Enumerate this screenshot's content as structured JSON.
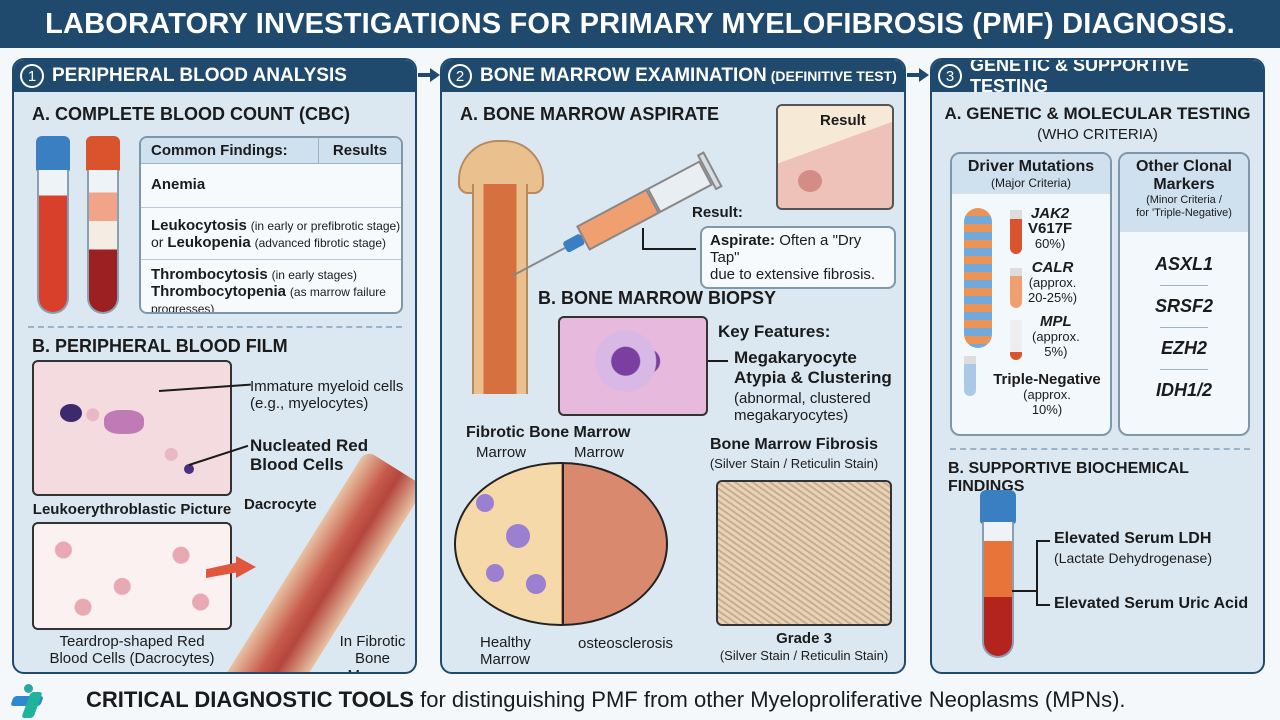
{
  "title": "LABORATORY INVESTIGATIONS FOR PRIMARY MYELOFIBROSIS (PMF) DIAGNOSIS.",
  "colors": {
    "navy": "#1f4a6e",
    "panel_bg": "#dbe8f2",
    "blood_red": "#c0392b",
    "cap_blue": "#3a7fc1",
    "cap_red": "#d9532c"
  },
  "panels": [
    {
      "number": "1",
      "title": "PERIPHERAL BLOOD ANALYSIS",
      "section_a": {
        "title": "A. COMPLETE BLOOD COUNT (CBC)",
        "table": {
          "headers": [
            "Common Findings:",
            "Results"
          ],
          "rows": [
            {
              "main": "Anemia"
            },
            {
              "main": "Leukocytosis",
              "note": "(in early or prefibrotic stage)",
              "connector": "or",
              "main2": "Leukopenia",
              "note2": "(advanced fibrotic stage)"
            },
            {
              "main": "Thrombocytosis",
              "note": "(in early stages)",
              "main2": "Thrombocytopenia",
              "note2": "(as marrow failure progresses)"
            }
          ]
        }
      },
      "section_b": {
        "title": "B. PERIPHERAL BLOOD FILM",
        "labels": {
          "immature": "Immature myeloid cells",
          "immature_eg": "(e.g., myelocytes)",
          "nrbc_1": "Nucleated Red",
          "nrbc_2": "Blood Cells",
          "leuko_caption": "Leukoerythroblastic Picture",
          "dacrocyte": "Dacrocyte",
          "teardrop_1": "Teardrop-shaped Red",
          "teardrop_2": "Blood Cells (Dacrocytes)",
          "fibrotic_1": "In Fibrotic",
          "fibrotic_2": "Bone Marrow"
        }
      }
    },
    {
      "number": "2",
      "title": "BONE MARROW EXAMINATION",
      "title_note": "(DEFINITIVE TEST)",
      "section_a": {
        "title": "A. BONE MARROW ASPIRATE",
        "inset_label": "Result",
        "result_label": "Result:",
        "result_bold": "Aspirate:",
        "result_text": "Often a \"Dry Tap\"",
        "result_text2": "due to extensive fibrosis."
      },
      "section_b": {
        "title": "B. BONE MARROW BIOPSY",
        "key_features": "Key Features:",
        "feature_1": "Megakaryocyte",
        "feature_2": "Atypia & Clustering",
        "feature_note_1": "(abnormal, clustered",
        "feature_note_2": "megakaryocytes)",
        "fibrotic_title": "Fibrotic Bone Marrow",
        "marrow_left": "Marrow",
        "marrow_right": "Marrow",
        "healthy_1": "Healthy",
        "healthy_2": "Marrow",
        "osteosclerosis": "osteosclerosis",
        "fibrosis_title": "Bone Marrow Fibrosis",
        "fibrosis_stain": "(Silver Stain / Reticulin Stain)",
        "grade": "Grade 3",
        "grade_stain": "(Silver Stain / Reticulin Stain)"
      }
    },
    {
      "number": "3",
      "title": "GENETIC & SUPPORTIVE TESTING",
      "section_a": {
        "title": "A. GENETIC & MOLECULAR TESTING",
        "subtitle": "(WHO CRITERIA)",
        "driver": {
          "title": "Driver Mutations",
          "subtitle": "(Major Criteria)",
          "items": [
            {
              "gene": "JAK2",
              "gene2": "V617F",
              "freq": "60%)"
            },
            {
              "gene": "CALR",
              "freq": "(approx.",
              "freq2": "20-25%)"
            },
            {
              "gene": "MPL",
              "freq": "(approx.",
              "freq2": "5%)"
            }
          ],
          "triple_negative": "Triple-Negative",
          "tn_freq": "(approx.",
          "tn_freq2": "10%)"
        },
        "other": {
          "title_1": "Other Clonal",
          "title_2": "Markers",
          "subtitle_1": "(Minor Criteria /",
          "subtitle_2": "for 'Triple-Negative)",
          "markers": [
            "ASXL1",
            "SRSF2",
            "EZH2",
            "IDH1/2"
          ]
        }
      },
      "section_b": {
        "title": "B. SUPPORTIVE BIOCHEMICAL FINDINGS",
        "finding_1": "Elevated Serum LDH",
        "finding_1_note": "(Lactate Dehydrogenase)",
        "finding_2": "Elevated Serum Uric Acid"
      }
    }
  ],
  "footer": {
    "bold": "CRITICAL DIAGNOSTIC TOOLS",
    "text": " for distinguishing PMF from other Myeloproliferative Neoplasms (MPNs)."
  }
}
